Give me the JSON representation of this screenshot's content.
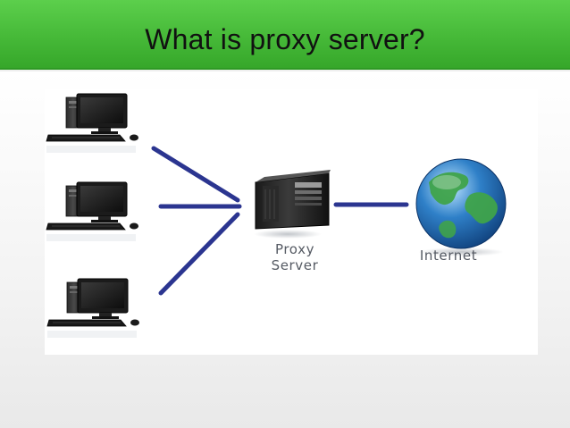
{
  "slide": {
    "title": "What is proxy server?"
  },
  "diagram": {
    "clients": [
      {
        "icon": "desktop-computer-icon"
      },
      {
        "icon": "desktop-computer-icon"
      },
      {
        "icon": "desktop-computer-icon"
      }
    ],
    "proxy": {
      "icon": "server-tower-icon",
      "label_line1": "Proxy",
      "label_line2": "Server"
    },
    "internet": {
      "icon": "globe-icon",
      "label": "Internet"
    },
    "colors": {
      "connector": "#2b3590",
      "title_bar": "#46b938",
      "globe_ocean": "#2f80c8",
      "globe_land": "#3fa34a"
    }
  }
}
